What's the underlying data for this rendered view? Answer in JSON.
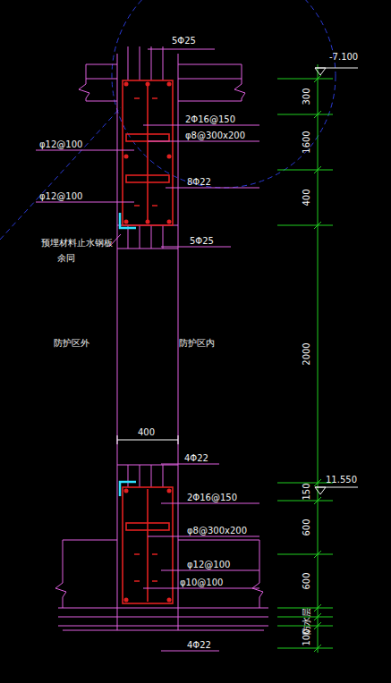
{
  "diagram": {
    "labels": [
      "5Φ25",
      "-7.100",
      "300",
      "2Φ16@150",
      "φ8@300x200",
      "1600",
      "φ12@100",
      "8Φ22",
      "φ12@100",
      "400",
      "预埋材料止水钢板",
      "余同",
      "5Φ25",
      "防护区外",
      "防护区内",
      "2000",
      "400",
      "4Φ22",
      "11.550",
      "150",
      "2Φ16@150",
      "φ8@300x200",
      "600",
      "φ12@100",
      "φ10@100",
      "600",
      "防水层",
      "100",
      "4Φ22"
    ]
  }
}
